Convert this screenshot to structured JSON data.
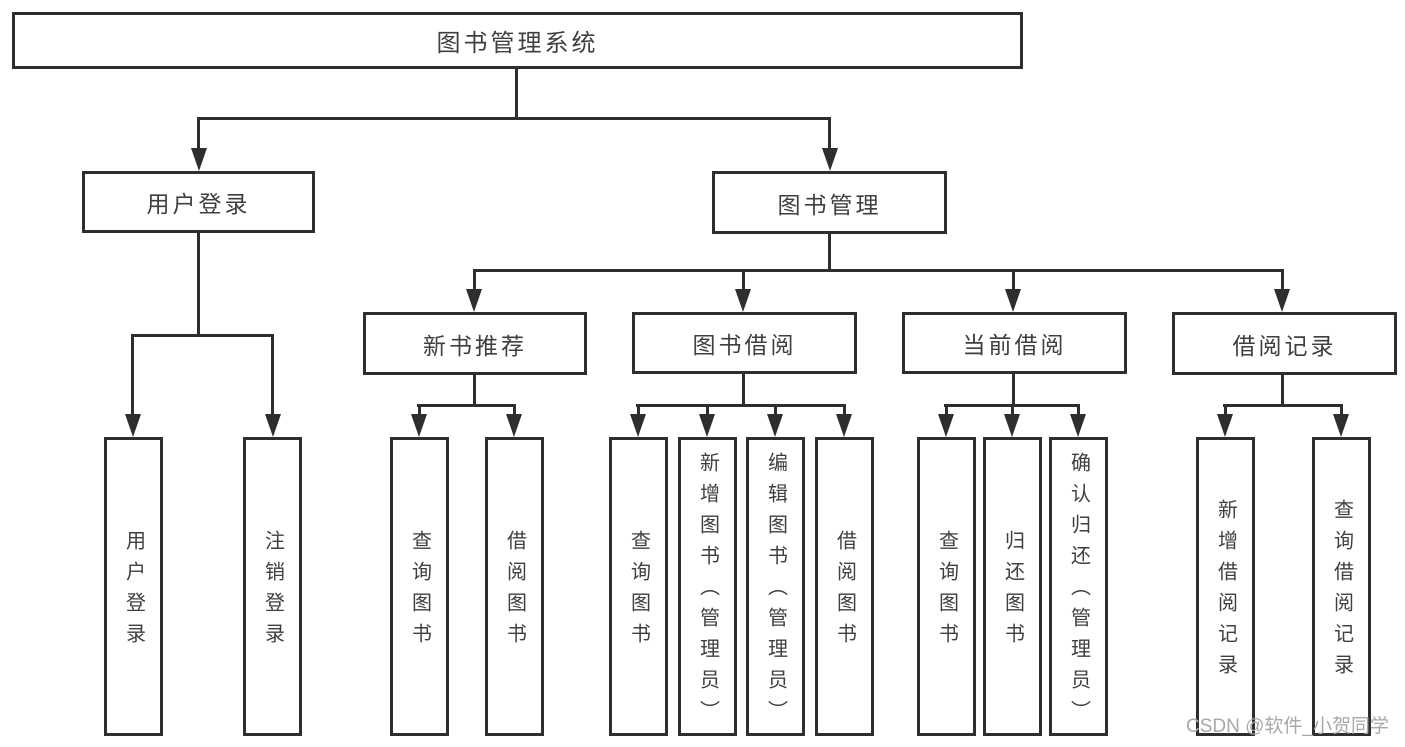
{
  "diagram": {
    "title": "图书管理系统",
    "level2": {
      "user_login": "用户登录",
      "book_mgmt": "图书管理"
    },
    "level3": {
      "new_books": "新书推荐",
      "book_borrow": "图书借阅",
      "current_borrow": "当前借阅",
      "borrow_records": "借阅记录"
    },
    "leaves": {
      "user_login": [
        "用户登录",
        "注销登录"
      ],
      "new_books": [
        "查询图书",
        "借阅图书"
      ],
      "book_borrow": [
        "查询图书",
        "新增图书（管理员）",
        "编辑图书（管理员）",
        "借阅图书"
      ],
      "current_borrow": [
        "查询图书",
        "归还图书",
        "确认归还（管理员）"
      ],
      "borrow_records": [
        "新增借阅记录",
        "查询借阅记录"
      ]
    }
  },
  "watermark": "CSDN @软件_小贺同学",
  "colors": {
    "line": "#2e2e2e",
    "text": "#3f3f3f",
    "background": "#ffffff",
    "watermark": "#a8a8a8"
  }
}
